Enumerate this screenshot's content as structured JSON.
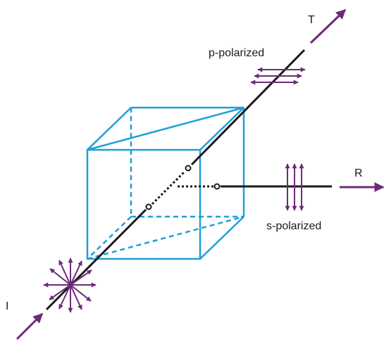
{
  "labels": {
    "incident": "I",
    "transmitted": "T",
    "reflected": "R",
    "p_polarized": "p-polarized",
    "s_polarized": "s-polarized"
  },
  "colors": {
    "cube": "#1f9fd8",
    "beam": "#1a1a1a",
    "arrow": "#6b2a78",
    "background": "#ffffff"
  }
}
